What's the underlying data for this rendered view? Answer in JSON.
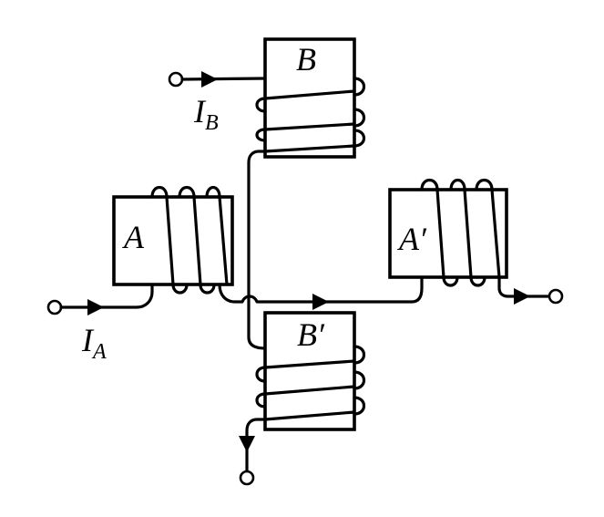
{
  "labels": {
    "core_a": "A",
    "core_b": "B",
    "core_a_prime": "A′",
    "core_b_prime": "B′",
    "current_a": "I",
    "current_a_sub": "A",
    "current_b": "I",
    "current_b_sub": "B"
  }
}
